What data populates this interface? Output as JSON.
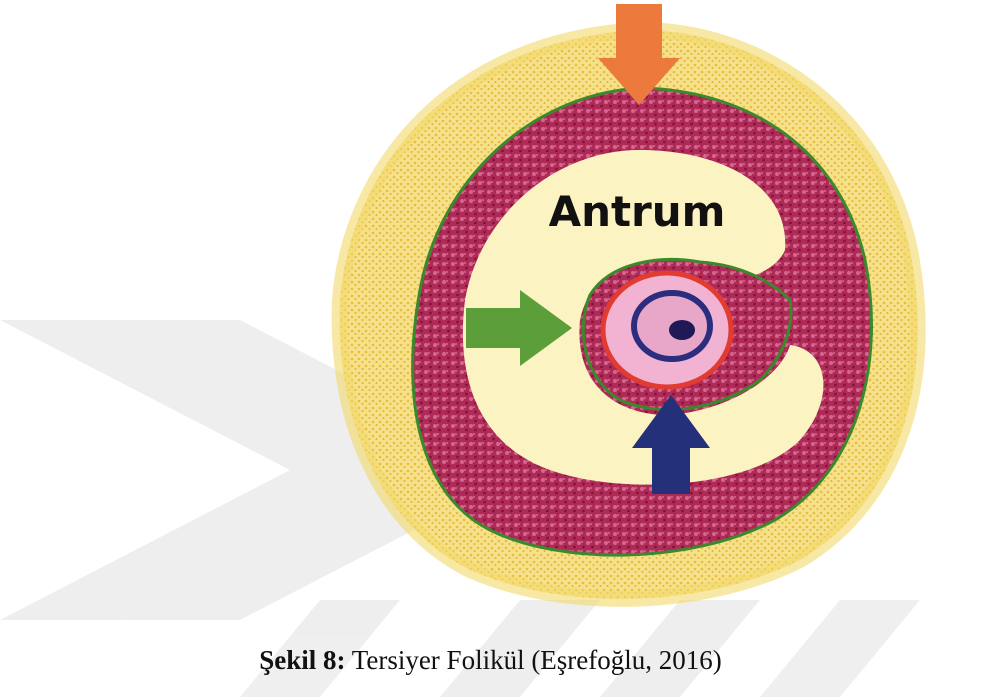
{
  "figure": {
    "antrum_label": "Antrum",
    "arrows": [
      {
        "name": "orange-arrow",
        "color": "#ec7a3d",
        "direction": "down"
      },
      {
        "name": "green-arrow",
        "color": "#5b9e3a",
        "direction": "right"
      },
      {
        "name": "blue-arrow",
        "color": "#24317a",
        "direction": "up"
      }
    ],
    "colors": {
      "theca_halo": "#f0d35a",
      "granulosa": "#b4295a",
      "antrum_fluid": "#fbf3c2",
      "zona_pellucida": "#f2b3d2",
      "corona_outline": "#e23b32",
      "oocyte_ring": "#2c2d7e",
      "membrane_outline": "#3a8a2c"
    }
  },
  "caption": {
    "label": "Şekil 8:",
    "text": " Tersiyer Folikül (Eşrefoğlu, 2016)"
  },
  "watermark": {
    "color": "#ebebeb"
  }
}
